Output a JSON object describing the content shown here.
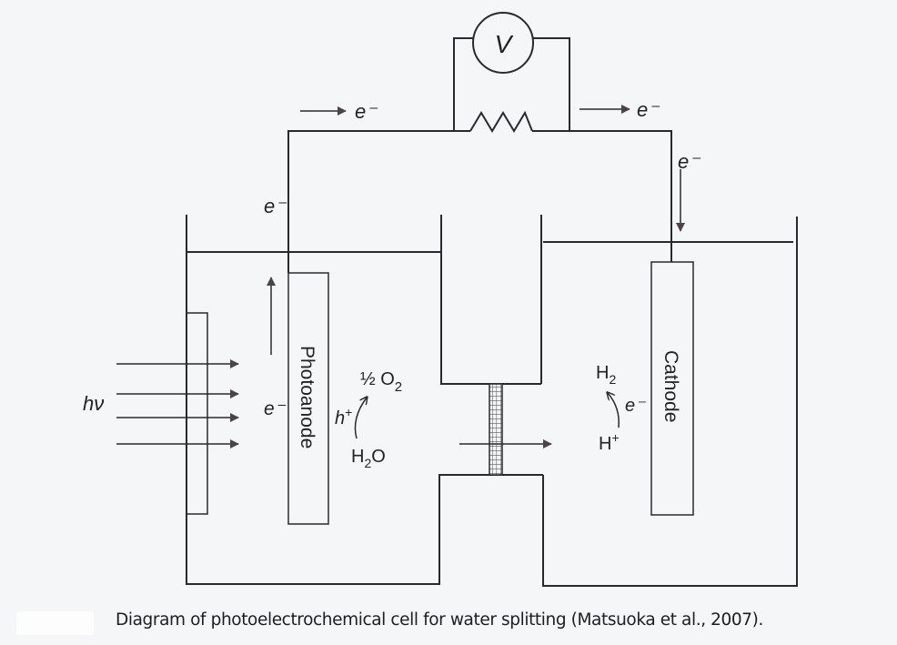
{
  "figure": {
    "caption": "Diagram of photoelectrochemical cell for water splitting (Matsuoka et al., 2007).",
    "components": {
      "voltmeter_symbol": "V",
      "photoanode_label": "Photoanode",
      "cathode_label": "Cathode",
      "light_label": "hν"
    },
    "electron_labels": {
      "top_left_flow": "e⁻",
      "top_right_flow": "e⁻",
      "left_wire": "e⁻",
      "right_wire": "e⁻",
      "photoanode_up": "e⁻",
      "cathode_reaction": "e⁻"
    },
    "anode_reaction": {
      "product": "½ O",
      "product_sub": "2",
      "hole": "h",
      "hole_sup": "+",
      "reactant": "H",
      "reactant_sub": "2",
      "reactant_tail": "O"
    },
    "cathode_reaction": {
      "product": "H",
      "product_sub": "2",
      "reactant": "H",
      "reactant_sup": "+"
    }
  }
}
